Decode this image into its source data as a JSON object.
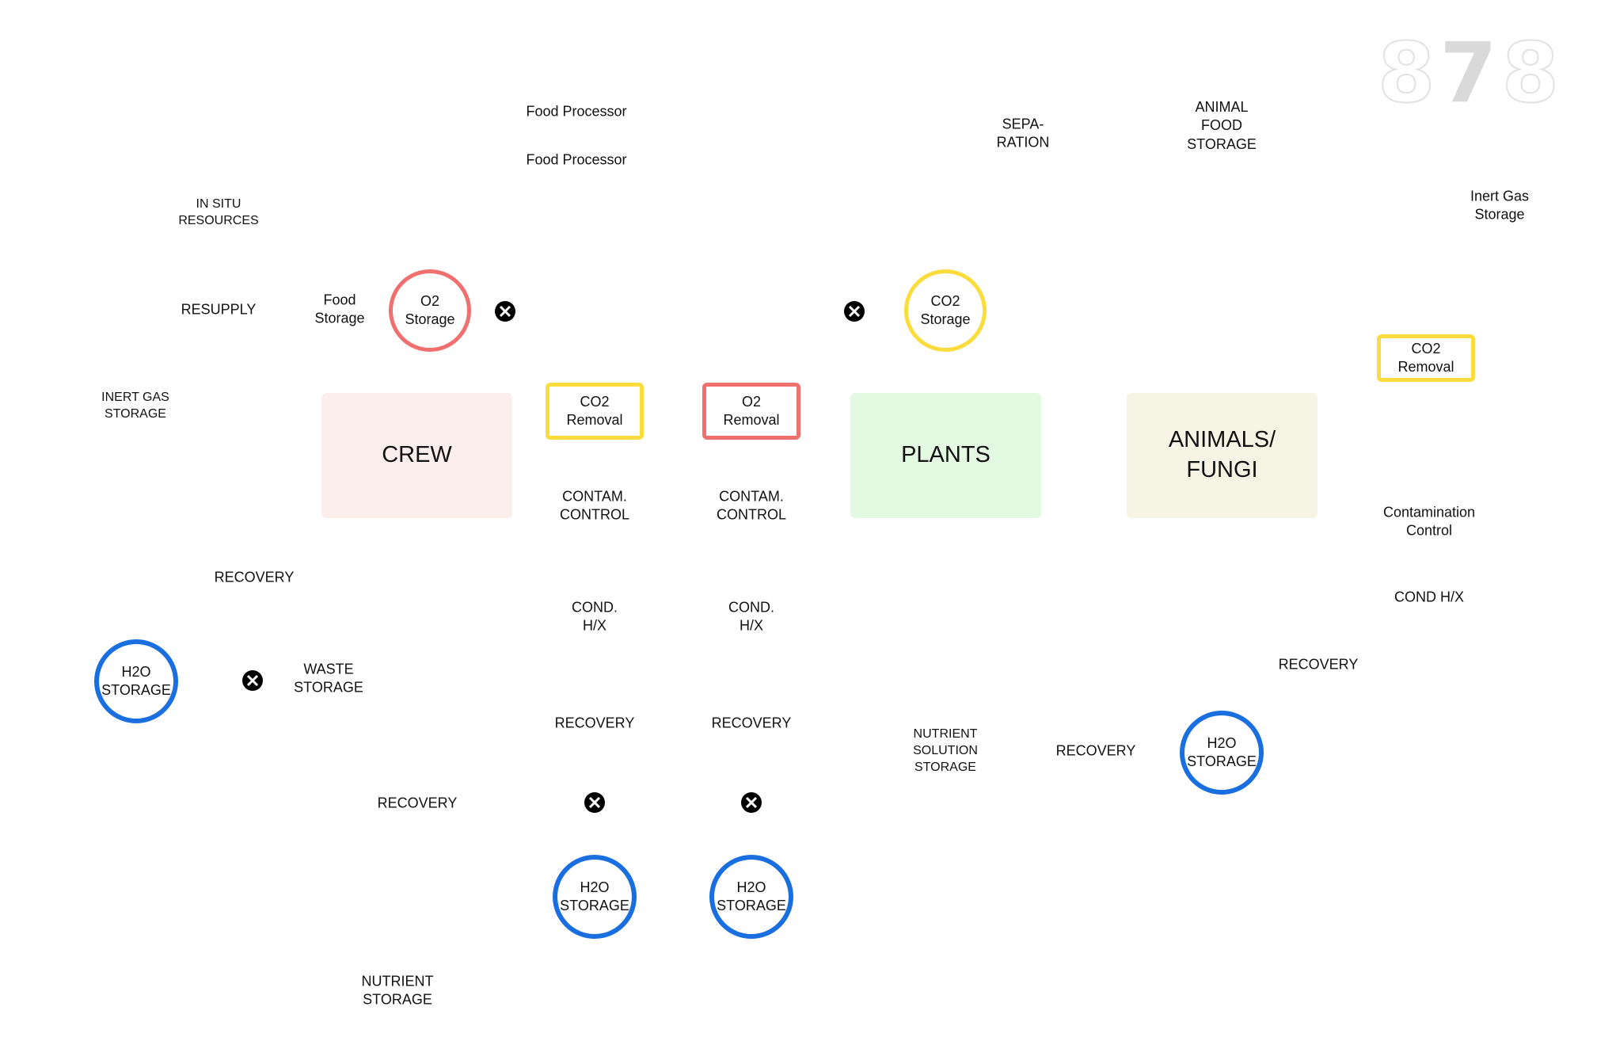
{
  "watermark": {
    "d1": "8",
    "d2": "7",
    "d3": "8"
  },
  "labels": {
    "food_processor_1": "Food Processor",
    "food_processor_2": "Food Processor",
    "separation": "SEPA-\nRATION",
    "animal_food_storage": "ANIMAL\nFOOD\nSTORAGE",
    "inert_gas_storage_right": "Inert Gas\nStorage",
    "in_situ_resources": "IN SITU\nRESOURCES",
    "resupply": "RESUPPLY",
    "food_storage": "Food\nStorage",
    "inert_gas_storage_left": "INERT GAS\nSTORAGE",
    "contam_control_1": "CONTAM.\nCONTROL",
    "contam_control_2": "CONTAM.\nCONTROL",
    "contamination_control": "Contamination\nControl",
    "cond_hx_1": "COND.\nH/X",
    "cond_hx_2": "COND.\nH/X",
    "cond_hx_right": "COND H/X",
    "recovery_left": "RECOVERY",
    "waste_storage": "WASTE\nSTORAGE",
    "recovery_right_upper": "RECOVERY",
    "recovery_center_1": "RECOVERY",
    "recovery_center_2": "RECOVERY",
    "nutrient_solution_storage": "NUTRIENT\nSOLUTION\nSTORAGE",
    "recovery_right_lower": "RECOVERY",
    "recovery_bottom": "RECOVERY",
    "nutrient_storage": "NUTRIENT\nSTORAGE"
  },
  "modules": {
    "crew": "CREW",
    "plants": "PLANTS",
    "animals": "ANIMALS/\nFUNGI"
  },
  "storage": {
    "o2_storage": "O2\nStorage",
    "co2_storage": "CO2\nStorage",
    "h2o_left": "H2O\nSTORAGE",
    "h2o_center_1": "H2O\nSTORAGE",
    "h2o_center_2": "H2O\nSTORAGE",
    "h2o_right": "H2O\nSTORAGE"
  },
  "processors": {
    "co2_removal_1": "CO2\nRemoval",
    "o2_removal": "O2\nRemoval",
    "co2_removal_right": "CO2\nRemoval"
  },
  "colors": {
    "crew_fill": "#fdeeee",
    "plants_fill": "#e3f9e2",
    "animals_fill": "#f6f4e4",
    "o2_red": "#f07070",
    "co2_yellow": "#fadc3c",
    "h2o_blue": "#1a6fe0",
    "valve": "#000000"
  }
}
